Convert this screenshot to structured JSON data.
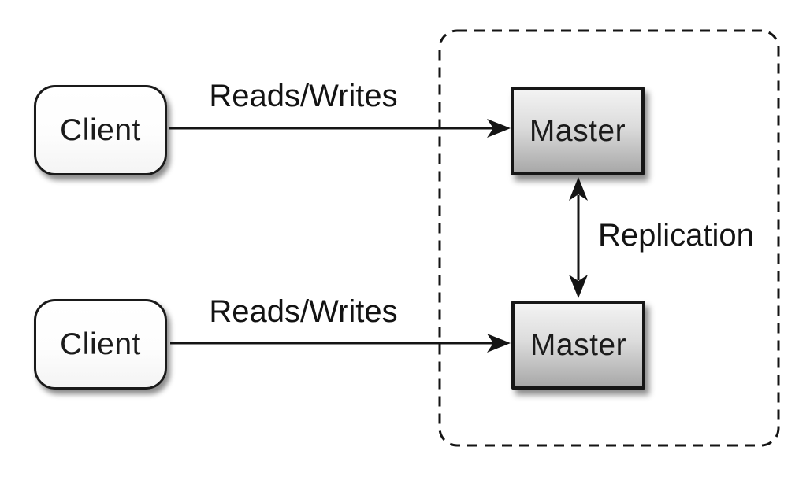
{
  "diagram": {
    "nodes": [
      {
        "id": "client-top",
        "label": "Client",
        "shape": "rounded-rectangle"
      },
      {
        "id": "client-bottom",
        "label": "Client",
        "shape": "rounded-rectangle"
      },
      {
        "id": "master-top",
        "label": "Master",
        "shape": "rectangle"
      },
      {
        "id": "master-bottom",
        "label": "Master",
        "shape": "rectangle"
      }
    ],
    "edges": [
      {
        "from": "client-top",
        "to": "master-top",
        "label": "Reads/Writes",
        "arrow": "single-headed"
      },
      {
        "from": "client-bottom",
        "to": "master-bottom",
        "label": "Reads/Writes",
        "arrow": "single-headed"
      },
      {
        "from": "master-top",
        "to": "master-bottom",
        "label": "Replication",
        "arrow": "double-headed"
      }
    ],
    "groups": [
      {
        "id": "replication-boundary",
        "style": "dashed-rounded-rectangle",
        "contains": [
          "master-top",
          "master-bottom"
        ]
      }
    ],
    "colors": {
      "background": "#ffffff",
      "stroke": "#1a1a1a",
      "text": "#1a1a1a",
      "client_fill_top": "#ffffff",
      "client_fill_bottom": "#f4f4f4",
      "master_fill_top": "#f3f3f3",
      "master_fill_bottom": "#a8a8a8"
    }
  }
}
